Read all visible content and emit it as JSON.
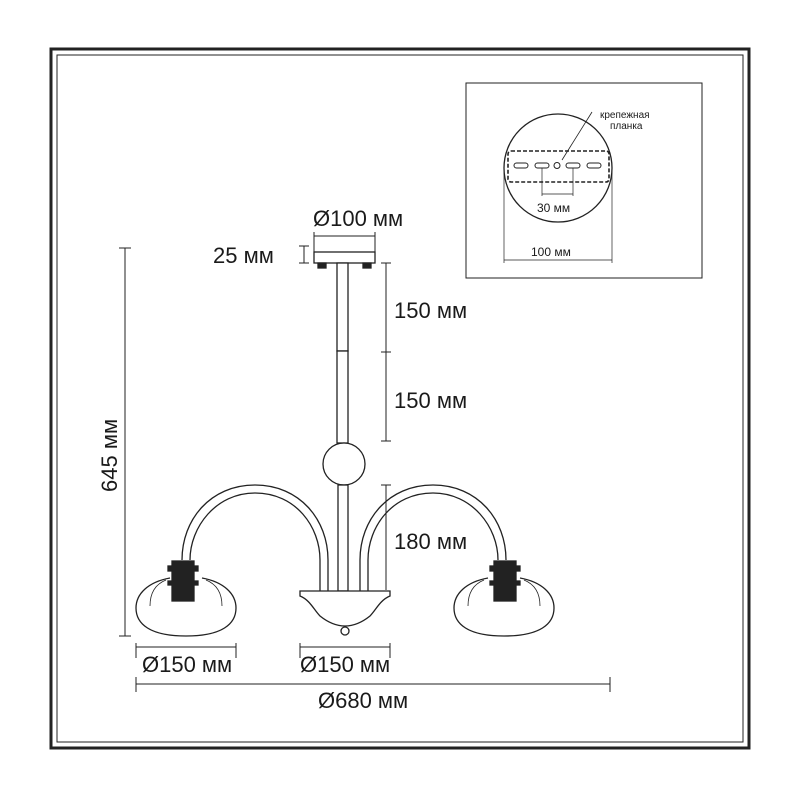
{
  "dimensions": {
    "canopy_diameter": "Ø100 мм",
    "canopy_height": "25 мм",
    "rod_segment_1": "150 мм",
    "rod_segment_2": "150 мм",
    "arm_height": "180 мм",
    "total_height": "645 мм",
    "shade_diameter": "Ø150 мм",
    "center_diameter": "Ø150 мм",
    "total_diameter": "Ø680 мм"
  },
  "inset": {
    "label_line1": "крепежная",
    "label_line2": "планка",
    "hole_spacing": "30 мм",
    "canopy_width": "100 мм"
  }
}
